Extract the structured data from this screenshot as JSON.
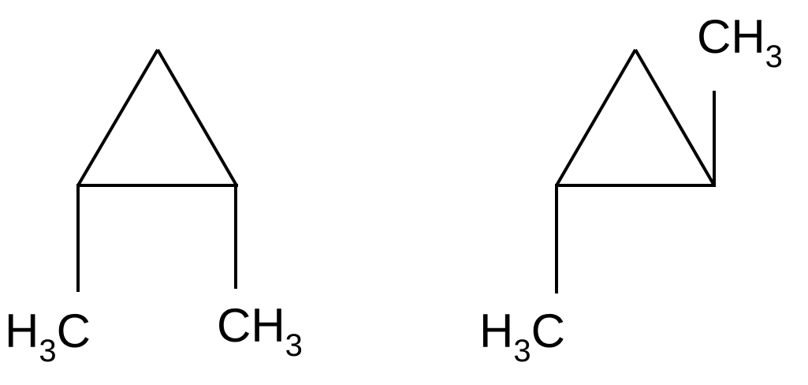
{
  "molecules": [
    {
      "left_label": {
        "a": "H",
        "sub": "3",
        "b": "C"
      },
      "right_label": {
        "a": "CH",
        "sub": "3"
      }
    },
    {
      "top_label": {
        "a": "CH",
        "sub": "3"
      },
      "left_label": {
        "a": "H",
        "sub": "3",
        "b": "C"
      }
    }
  ],
  "colors": {
    "bond": "#000000",
    "background": "#ffffff"
  }
}
